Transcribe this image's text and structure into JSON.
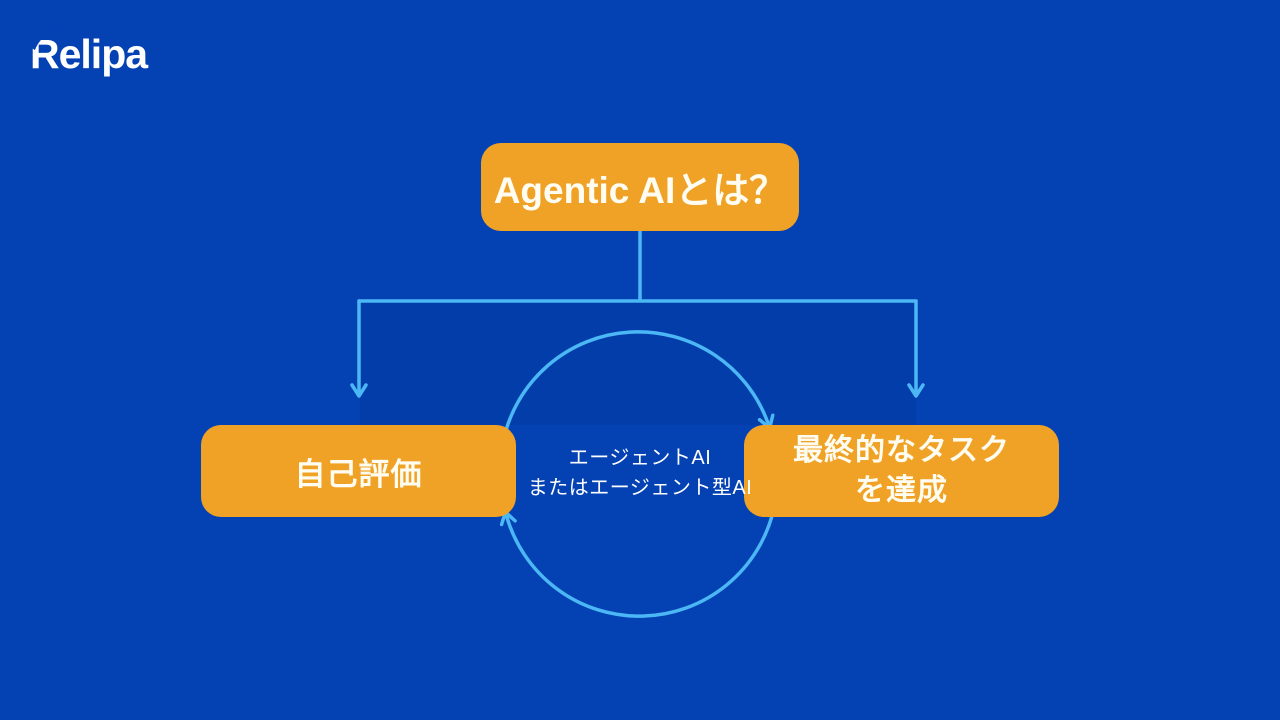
{
  "slide": {
    "logo": {
      "text": "Relipa"
    },
    "title_node": {
      "label": "Agentic AIとは？"
    },
    "left_node": {
      "label": "自己評価"
    },
    "right_node": {
      "lines": [
        "最終的なタスク",
        "を達成"
      ]
    },
    "cycle_label": {
      "lines": [
        "エージェントAI",
        "またはエージェント型AI"
      ]
    },
    "colors": {
      "background": "#0441B3",
      "node_bg": "#F0A226",
      "node_text": "#FFFDF2",
      "connector": "#4CB7F5",
      "logo_text": "#FFFFFF"
    }
  }
}
